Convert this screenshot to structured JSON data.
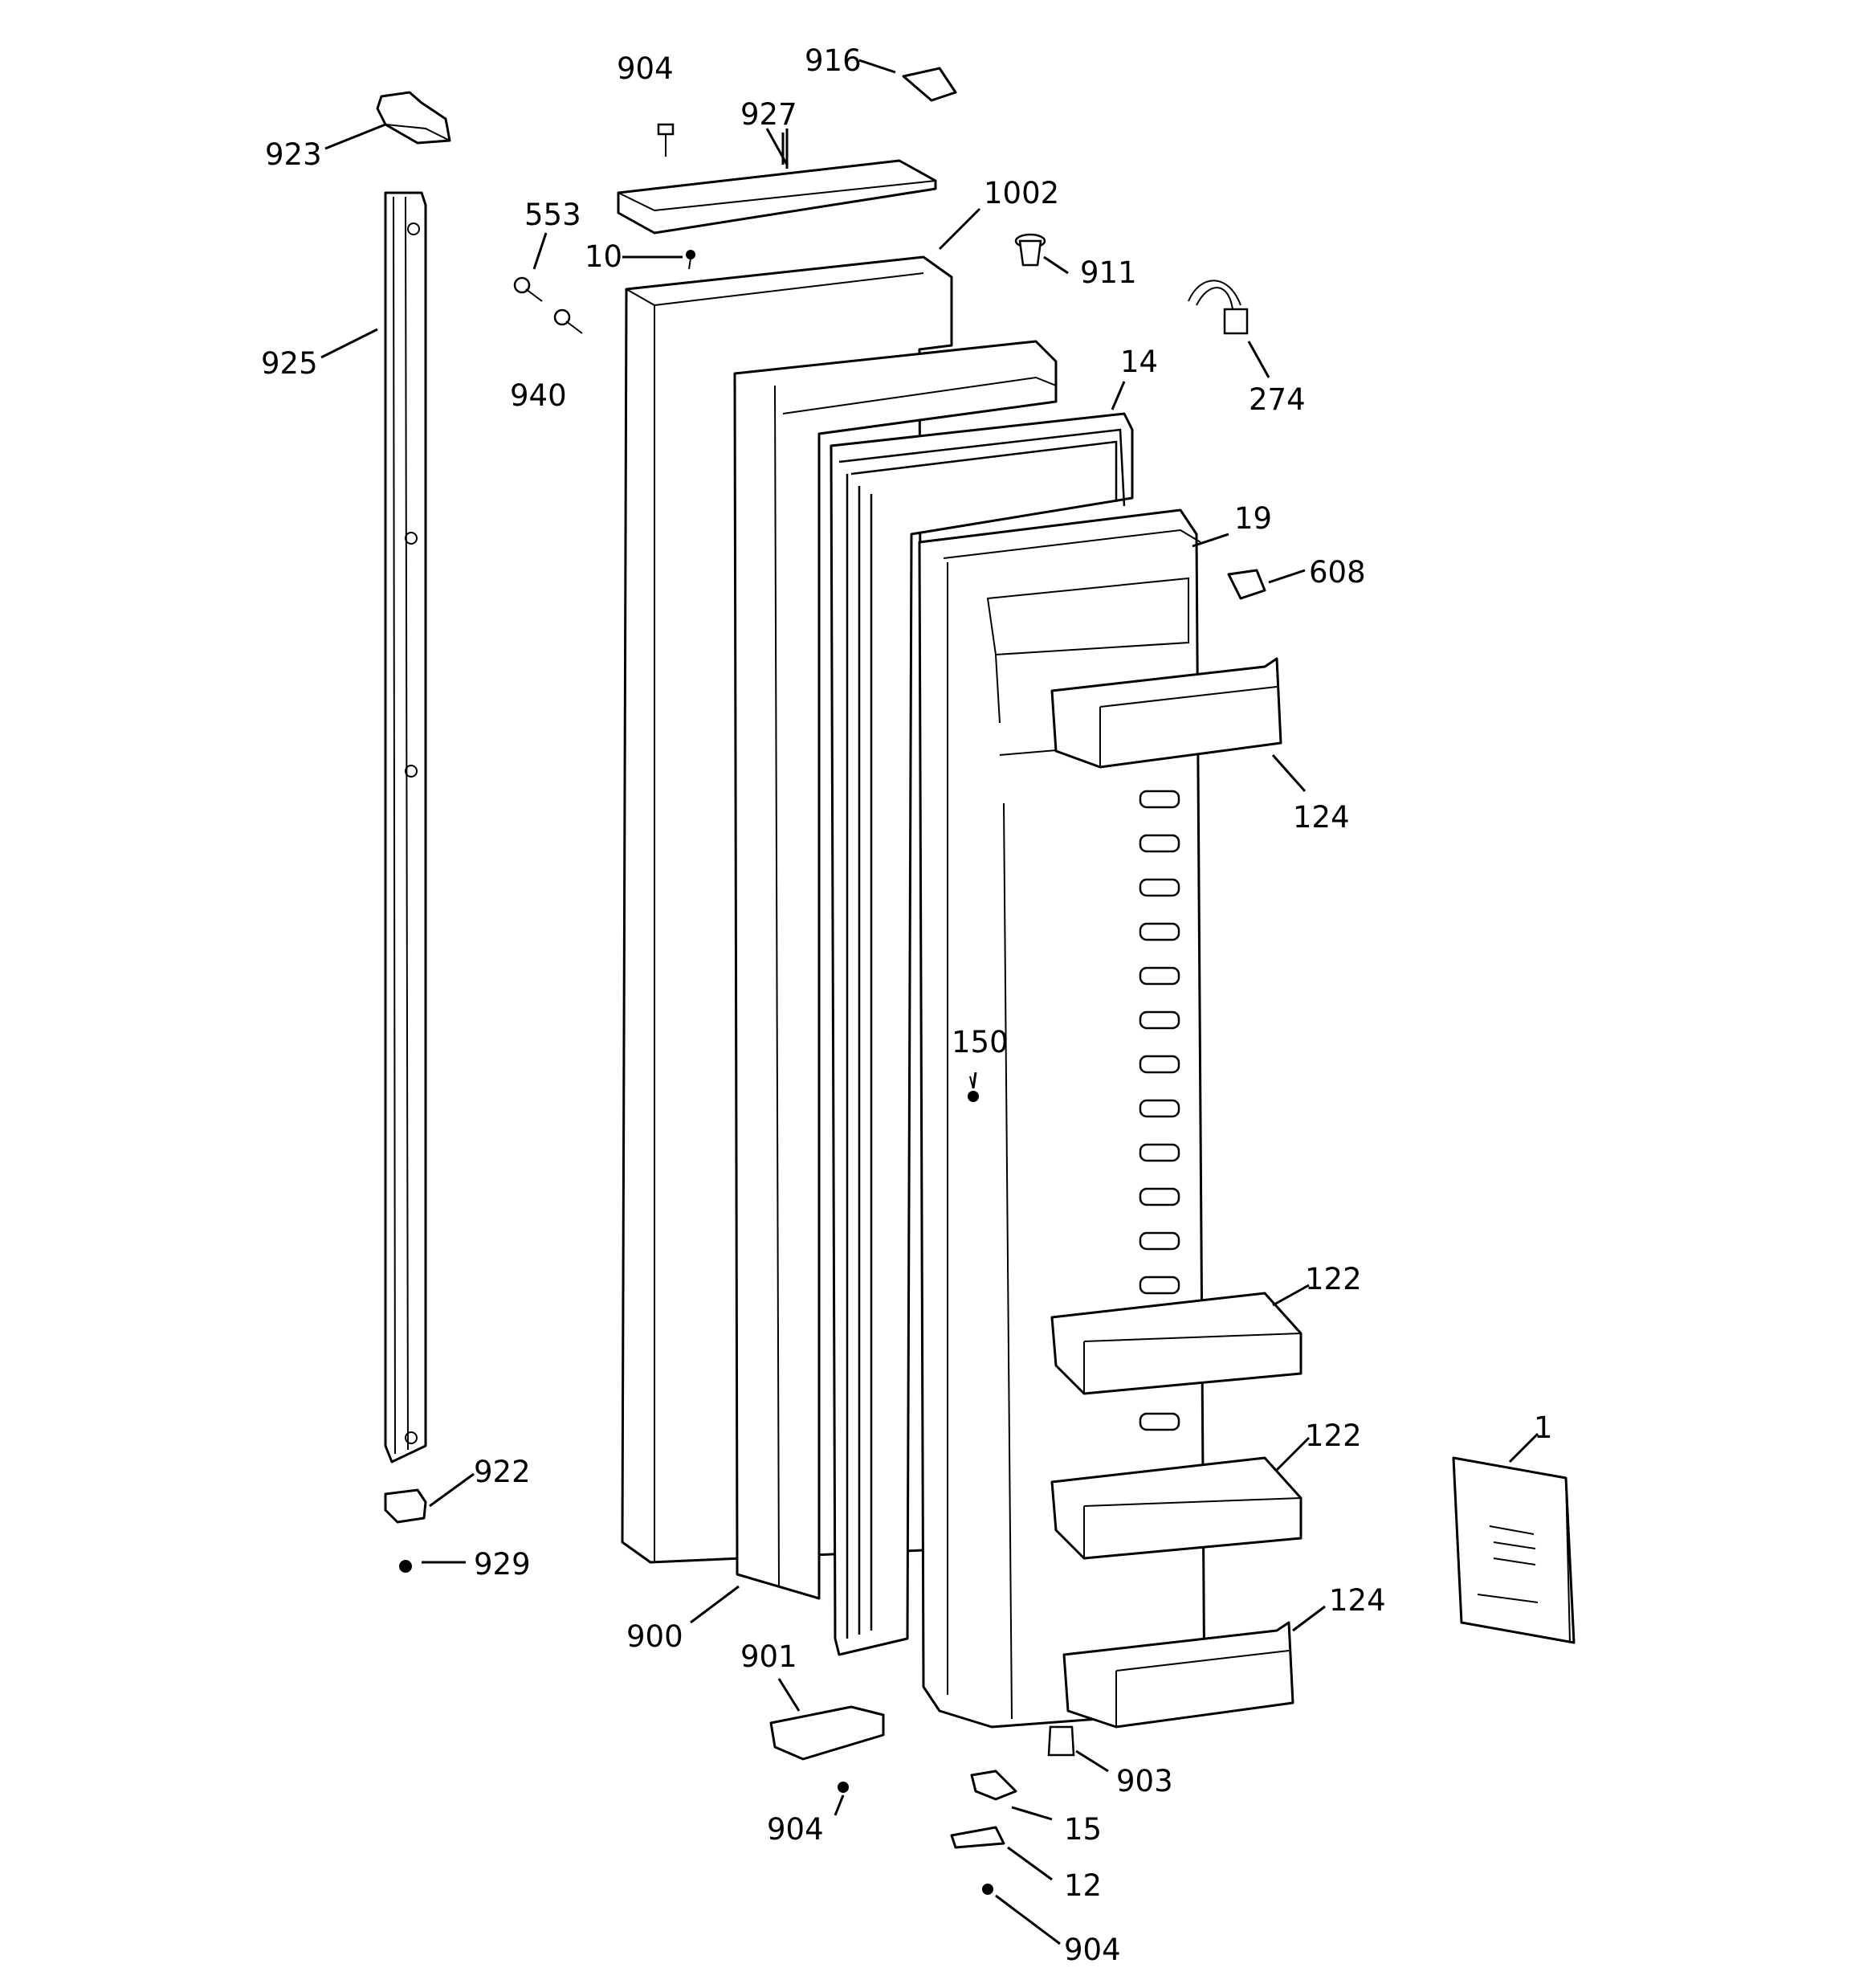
{
  "diagram": {
    "callouts": [
      {
        "id": "c923",
        "label": "923"
      },
      {
        "id": "c925",
        "label": "925"
      },
      {
        "id": "c922",
        "label": "922"
      },
      {
        "id": "c929",
        "label": "929"
      },
      {
        "id": "c904a",
        "label": "904"
      },
      {
        "id": "c927",
        "label": "927"
      },
      {
        "id": "c916",
        "label": "916"
      },
      {
        "id": "c553",
        "label": "553"
      },
      {
        "id": "c940",
        "label": "940"
      },
      {
        "id": "c10",
        "label": "10"
      },
      {
        "id": "c1002",
        "label": "1002"
      },
      {
        "id": "c911",
        "label": "911"
      },
      {
        "id": "c274",
        "label": "274"
      },
      {
        "id": "c14",
        "label": "14"
      },
      {
        "id": "c19",
        "label": "19"
      },
      {
        "id": "c608",
        "label": "608"
      },
      {
        "id": "c124a",
        "label": "124"
      },
      {
        "id": "c150",
        "label": "150"
      },
      {
        "id": "c122a",
        "label": "122"
      },
      {
        "id": "c122b",
        "label": "122"
      },
      {
        "id": "c1",
        "label": "1"
      },
      {
        "id": "c124b",
        "label": "124"
      },
      {
        "id": "c900",
        "label": "900"
      },
      {
        "id": "c901",
        "label": "901"
      },
      {
        "id": "c904b",
        "label": "904"
      },
      {
        "id": "c903",
        "label": "903"
      },
      {
        "id": "c15",
        "label": "15"
      },
      {
        "id": "c12",
        "label": "12"
      },
      {
        "id": "c904c",
        "label": "904"
      }
    ]
  }
}
